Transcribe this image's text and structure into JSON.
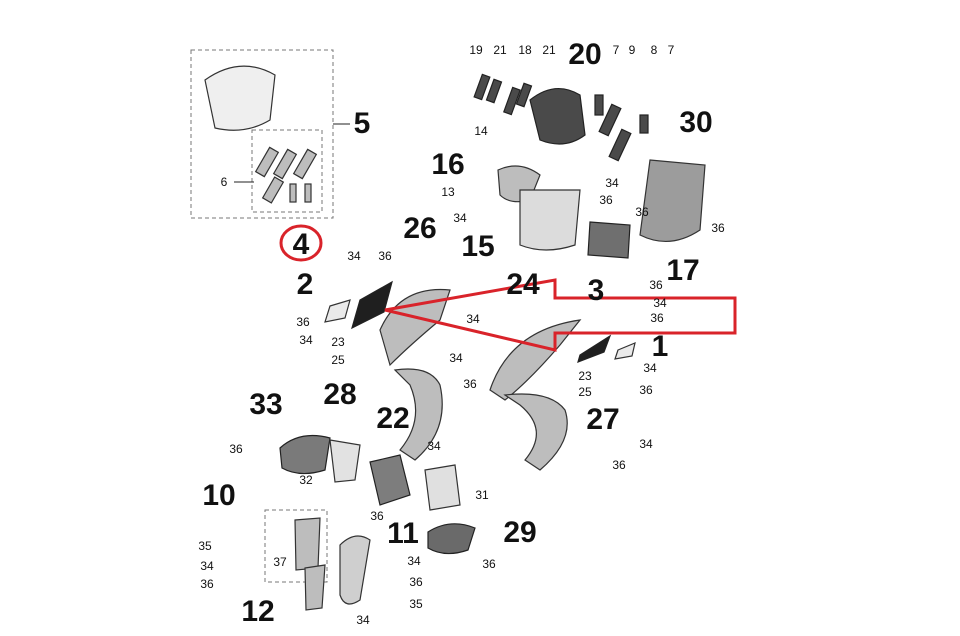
{
  "diagram": {
    "highlight_color": "#d9232a",
    "highlighted_part": "4",
    "labels_large": [
      "4",
      "2",
      "5",
      "20",
      "30",
      "16",
      "15",
      "26",
      "24",
      "3",
      "17",
      "1",
      "28",
      "33",
      "22",
      "27",
      "10",
      "11",
      "29",
      "12"
    ],
    "labels_small": {
      "top_row": [
        "19",
        "21",
        "18",
        "21",
        "7",
        "9",
        "8",
        "7"
      ],
      "misc": [
        "14",
        "6",
        "13",
        "34",
        "36",
        "23",
        "25",
        "32",
        "31",
        "35",
        "37"
      ]
    }
  }
}
